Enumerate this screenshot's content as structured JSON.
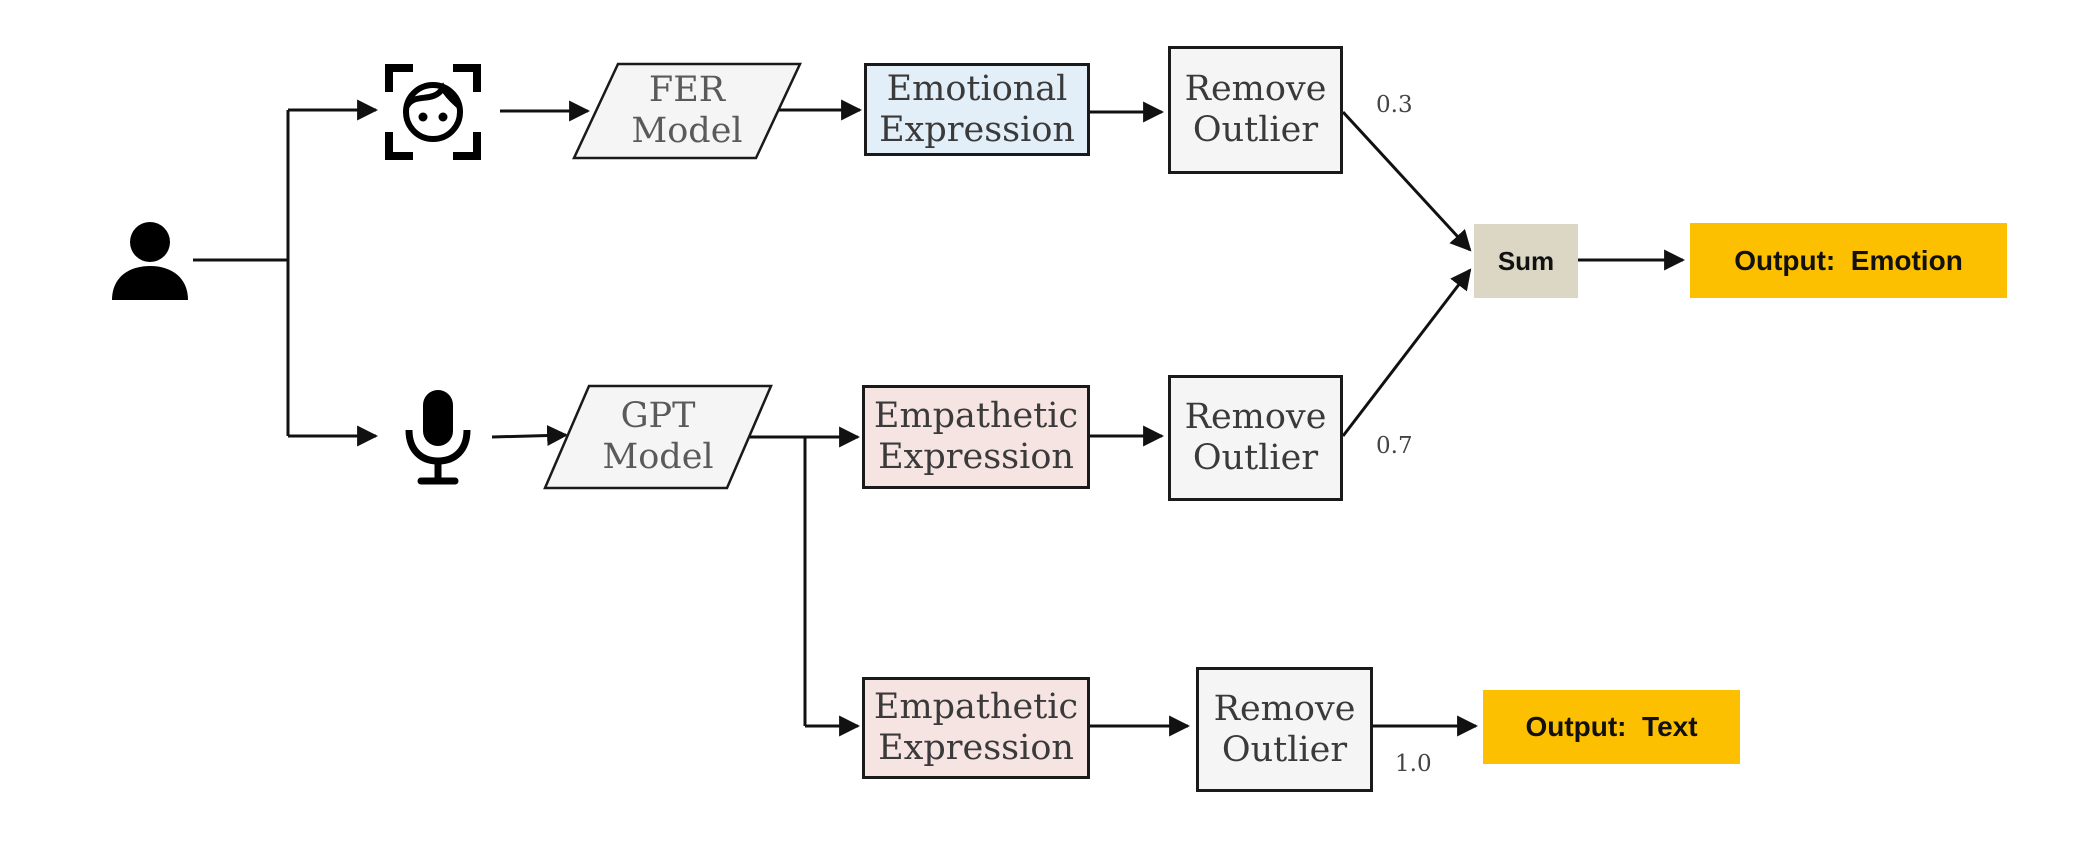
{
  "icons": {
    "user": "person-icon",
    "face": "face-scan-icon",
    "mic": "microphone-icon"
  },
  "colors": {
    "line": "#111111",
    "emotional_fill": "#e2eef8",
    "empathetic_fill": "#f6e4e2",
    "outlier_fill": "#f5f5f5",
    "model_fill": "#f5f5f5",
    "sum_fill": "#dcd6c4",
    "output_fill": "#fcc000"
  },
  "nodes": {
    "fer_model": {
      "line1": "FER",
      "line2": "Model"
    },
    "gpt_model": {
      "line1": "GPT",
      "line2": "Model"
    },
    "emotional_expression": {
      "line1": "Emotional",
      "line2": "Expression"
    },
    "empathetic_expression_top": {
      "line1": "Empathetic",
      "line2": "Expression"
    },
    "empathetic_expression_bottom": {
      "line1": "Empathetic",
      "line2": "Expression"
    },
    "remove_outlier_1": {
      "line1": "Remove",
      "line2": "Outlier"
    },
    "remove_outlier_2": {
      "line1": "Remove",
      "line2": "Outlier"
    },
    "remove_outlier_3": {
      "line1": "Remove",
      "line2": "Outlier"
    },
    "sum": {
      "label": "Sum"
    },
    "output_emotion": {
      "label": "Output:  Emotion"
    },
    "output_text": {
      "label": "Output:  Text"
    }
  },
  "weights": {
    "fer_weight": "0.3",
    "gpt_weight": "0.7",
    "text_weight": "1.0"
  }
}
